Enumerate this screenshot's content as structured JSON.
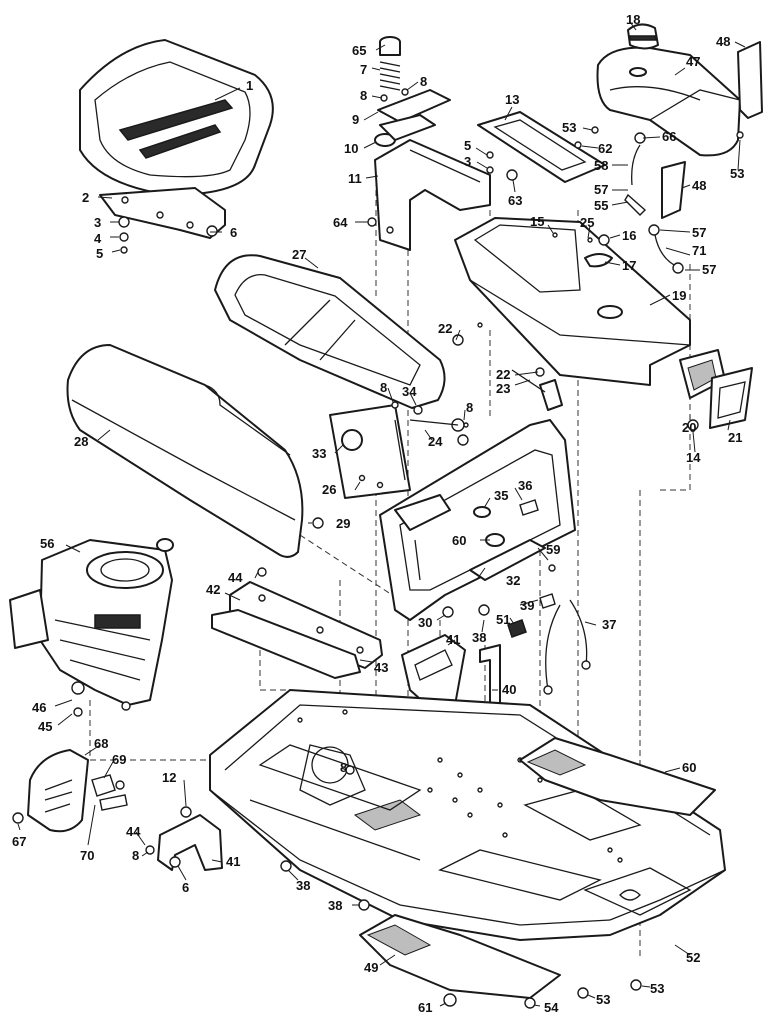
{
  "diagram": {
    "callouts": [
      {
        "id": "c1",
        "text": "1"
      },
      {
        "id": "c2",
        "text": "2"
      },
      {
        "id": "c3a",
        "text": "3"
      },
      {
        "id": "c4",
        "text": "4"
      },
      {
        "id": "c5a",
        "text": "5"
      },
      {
        "id": "c6a",
        "text": "6"
      },
      {
        "id": "c65",
        "text": "65"
      },
      {
        "id": "c7",
        "text": "7"
      },
      {
        "id": "c8a",
        "text": "8"
      },
      {
        "id": "c8b",
        "text": "8"
      },
      {
        "id": "c9",
        "text": "9"
      },
      {
        "id": "c10",
        "text": "10"
      },
      {
        "id": "c11",
        "text": "11"
      },
      {
        "id": "c64",
        "text": "64"
      },
      {
        "id": "c5b",
        "text": "5"
      },
      {
        "id": "c3b",
        "text": "3"
      },
      {
        "id": "c63",
        "text": "63"
      },
      {
        "id": "c13",
        "text": "13"
      },
      {
        "id": "c62",
        "text": "62"
      },
      {
        "id": "c18",
        "text": "18"
      },
      {
        "id": "c47",
        "text": "47"
      },
      {
        "id": "c48a",
        "text": "48"
      },
      {
        "id": "c53a",
        "text": "53"
      },
      {
        "id": "c66",
        "text": "66"
      },
      {
        "id": "c53b",
        "text": "53"
      },
      {
        "id": "c58",
        "text": "58"
      },
      {
        "id": "c57a",
        "text": "57"
      },
      {
        "id": "c48b",
        "text": "48"
      },
      {
        "id": "c55",
        "text": "55"
      },
      {
        "id": "c57b",
        "text": "57"
      },
      {
        "id": "c71",
        "text": "71"
      },
      {
        "id": "c57c",
        "text": "57"
      },
      {
        "id": "c15",
        "text": "15"
      },
      {
        "id": "c25",
        "text": "25"
      },
      {
        "id": "c16",
        "text": "16"
      },
      {
        "id": "c17",
        "text": "17"
      },
      {
        "id": "c19",
        "text": "19"
      },
      {
        "id": "c27",
        "text": "27"
      },
      {
        "id": "c22a",
        "text": "22"
      },
      {
        "id": "c22b",
        "text": "22"
      },
      {
        "id": "c23",
        "text": "23"
      },
      {
        "id": "c20",
        "text": "20"
      },
      {
        "id": "c21",
        "text": "21"
      },
      {
        "id": "c14",
        "text": "14"
      },
      {
        "id": "c8c",
        "text": "8"
      },
      {
        "id": "c34",
        "text": "34"
      },
      {
        "id": "c8d",
        "text": "8"
      },
      {
        "id": "c28",
        "text": "28"
      },
      {
        "id": "c33",
        "text": "33"
      },
      {
        "id": "c24",
        "text": "24"
      },
      {
        "id": "c26",
        "text": "26"
      },
      {
        "id": "c35",
        "text": "35"
      },
      {
        "id": "c36",
        "text": "36"
      },
      {
        "id": "c29",
        "text": "29"
      },
      {
        "id": "c60a",
        "text": "60"
      },
      {
        "id": "c59",
        "text": "59"
      },
      {
        "id": "c32",
        "text": "32"
      },
      {
        "id": "c56",
        "text": "56"
      },
      {
        "id": "c44a",
        "text": "44"
      },
      {
        "id": "c42",
        "text": "42"
      },
      {
        "id": "c39",
        "text": "39"
      },
      {
        "id": "c37",
        "text": "37"
      },
      {
        "id": "c30",
        "text": "30"
      },
      {
        "id": "c38a",
        "text": "38"
      },
      {
        "id": "c51",
        "text": "51"
      },
      {
        "id": "c41a",
        "text": "41"
      },
      {
        "id": "c43",
        "text": "43"
      },
      {
        "id": "c40",
        "text": "40"
      },
      {
        "id": "c46",
        "text": "46"
      },
      {
        "id": "c45",
        "text": "45"
      },
      {
        "id": "c68",
        "text": "68"
      },
      {
        "id": "c69",
        "text": "69"
      },
      {
        "id": "c12",
        "text": "12"
      },
      {
        "id": "c8e",
        "text": "8"
      },
      {
        "id": "c60b",
        "text": "60"
      },
      {
        "id": "c67",
        "text": "67"
      },
      {
        "id": "c70",
        "text": "70"
      },
      {
        "id": "c44b",
        "text": "44"
      },
      {
        "id": "c8f",
        "text": "8"
      },
      {
        "id": "c41b",
        "text": "41"
      },
      {
        "id": "c6b",
        "text": "6"
      },
      {
        "id": "c38b",
        "text": "38"
      },
      {
        "id": "c38c",
        "text": "38"
      },
      {
        "id": "c49",
        "text": "49"
      },
      {
        "id": "c52",
        "text": "52"
      },
      {
        "id": "c61",
        "text": "61"
      },
      {
        "id": "c54",
        "text": "54"
      },
      {
        "id": "c53c",
        "text": "53"
      },
      {
        "id": "c53d",
        "text": "53"
      }
    ]
  }
}
